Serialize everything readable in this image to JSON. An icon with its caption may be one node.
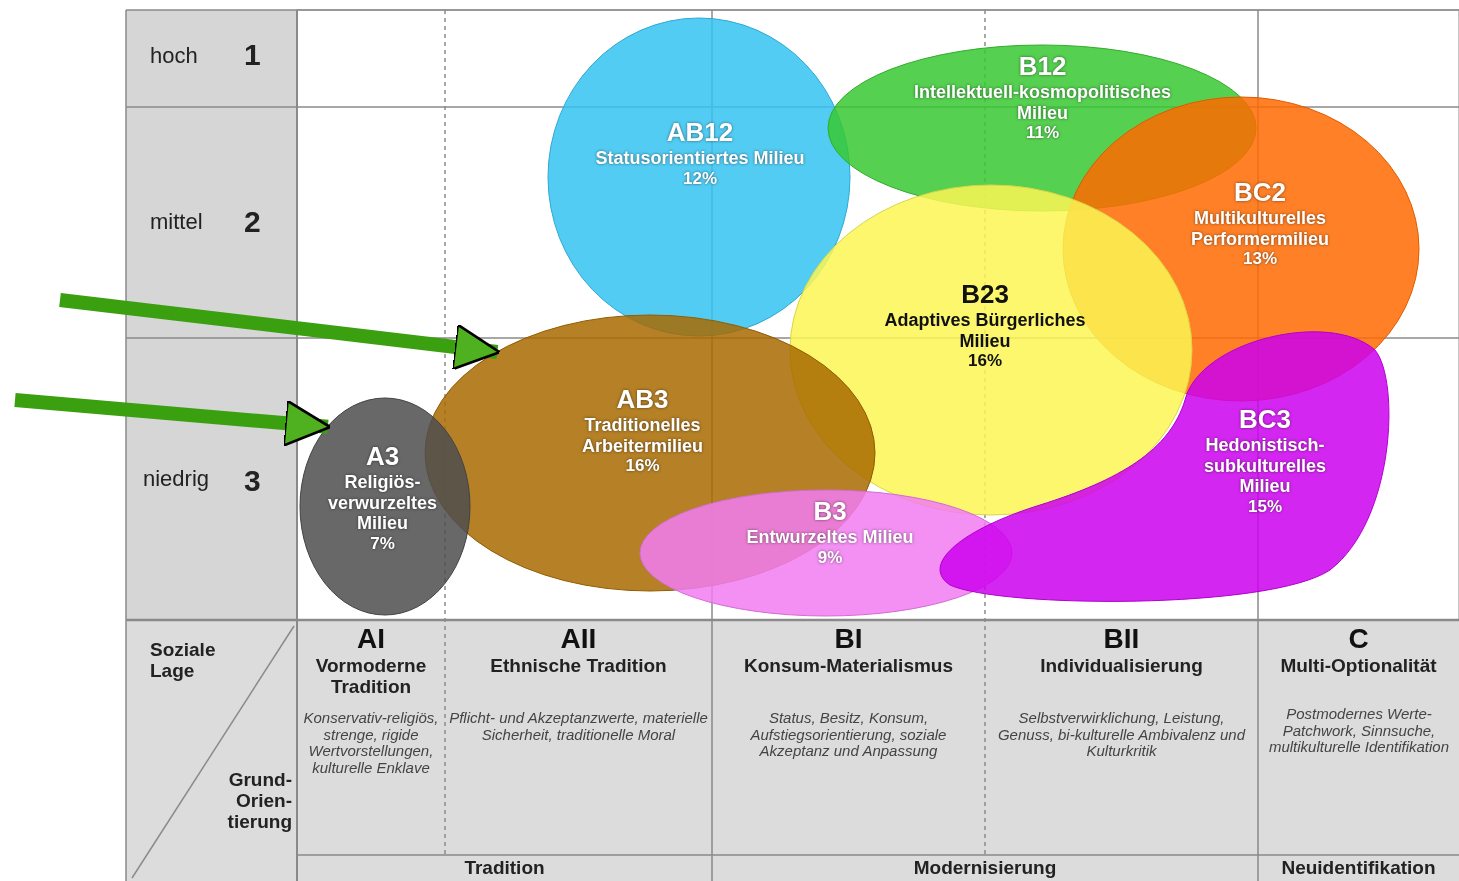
{
  "diagram": {
    "nodes": [
      {
        "text": [
          "AB12",
          "Statusorientiertes Milieu",
          "12%"
        ]
      },
      {
        "text": [
          "B12",
          "Intellektuell-kosmopolitisches Milieu",
          "11%"
        ]
      },
      {
        "text": [
          "BC2",
          "Multikulturelles Performermilieu",
          "13%"
        ]
      },
      {
        "text": [
          "B23",
          "Adaptives Bürgerliches Milieu",
          "16%"
        ]
      },
      {
        "text": [
          "AB3",
          "Traditionelles Arbeitermilieu",
          "16%"
        ]
      },
      {
        "text": [
          "A3",
          "Religiös-verwurzeltes Milieu",
          "7%"
        ]
      },
      {
        "text": [
          "B3",
          "Entwurzeltes Milieu",
          "9%"
        ]
      },
      {
        "text": [
          "BC3",
          "Hedonistisch-subkulturelles Milieu",
          "15%"
        ]
      }
    ],
    "edges": [
      {
        "from": null,
        "to": 5,
        "arrow": "to"
      },
      {
        "from": null,
        "to": 4,
        "arrow": "to"
      }
    ],
    "labels": [
      "hoch",
      "1",
      "mittel",
      "2",
      "niedrig",
      "3",
      "Soziale Lage",
      "AI",
      "Vormoderne Tradition",
      "AII",
      "Ethnische Tradition",
      "BI",
      "Konsum-Materialismus",
      "BII",
      "Individualisierung",
      "C",
      "Multi-Optionalität",
      "Konservativ-religiös, strenge, rigide Wertvorstellungen, kulturelle Enklave",
      "Pflicht- und Akzeptanzwerte, materielle Sicherheit, traditionelle Moral",
      "Status, Besitz, Konsum, Aufstiegsorientierung, soziale Akzeptanz und Anpassung",
      "Selbstverwirklichung, Leistung, Genuss, bi-kulturelle Ambivalenz und Kulturkritik",
      "Postmodernes Werte-Patchwork, Sinnsuche, multikulturelle Identifikation",
      "Grund-Orien-tierung",
      "Tradition",
      "Modernisierung",
      "Neuidentifikation"
    ]
  }
}
